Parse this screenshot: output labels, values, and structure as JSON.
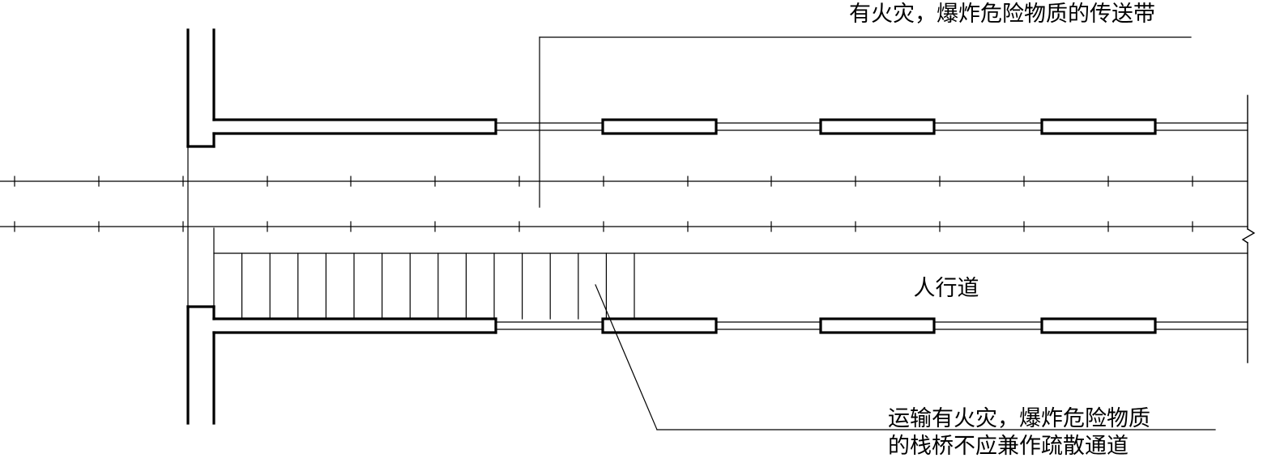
{
  "labels": {
    "conveyor": "有火灾，爆炸危险物质的传送带",
    "walkway": "人行道",
    "note_line1": "运输有火灾，爆炸危险物质",
    "note_line2": "的栈桥不应兼作疏散通道"
  },
  "colors": {
    "stroke": "#000000",
    "background": "#ffffff"
  }
}
